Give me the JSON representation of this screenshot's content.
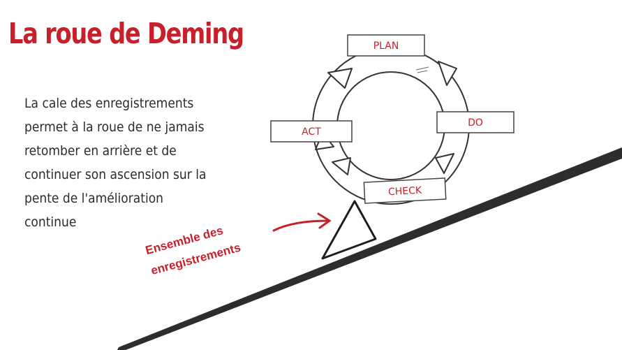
{
  "slide": {
    "title": "La roue de Deming",
    "description_lines": [
      "La cale des enregistrements",
      "permet à la roue de ne jamais",
      "retomber en arrière et de",
      "continuer son ascension sur la",
      "pente de l'amélioration",
      "continue"
    ],
    "records_label_lines": [
      "Ensemble des",
      "enregistrements"
    ]
  },
  "cycle": {
    "stages": [
      {
        "key": "plan",
        "label": "PLAN"
      },
      {
        "key": "do",
        "label": "DO"
      },
      {
        "key": "check",
        "label": "CHECK"
      },
      {
        "key": "act",
        "label": "ACT"
      }
    ]
  },
  "colors": {
    "accent": "#c8202a",
    "text": "#2b2b2b",
    "slope": "#2d2d2d",
    "outline": "#333333"
  },
  "icons": {
    "arrow": "curved-arrow-icon",
    "wedge": "wedge-triangle-icon"
  }
}
